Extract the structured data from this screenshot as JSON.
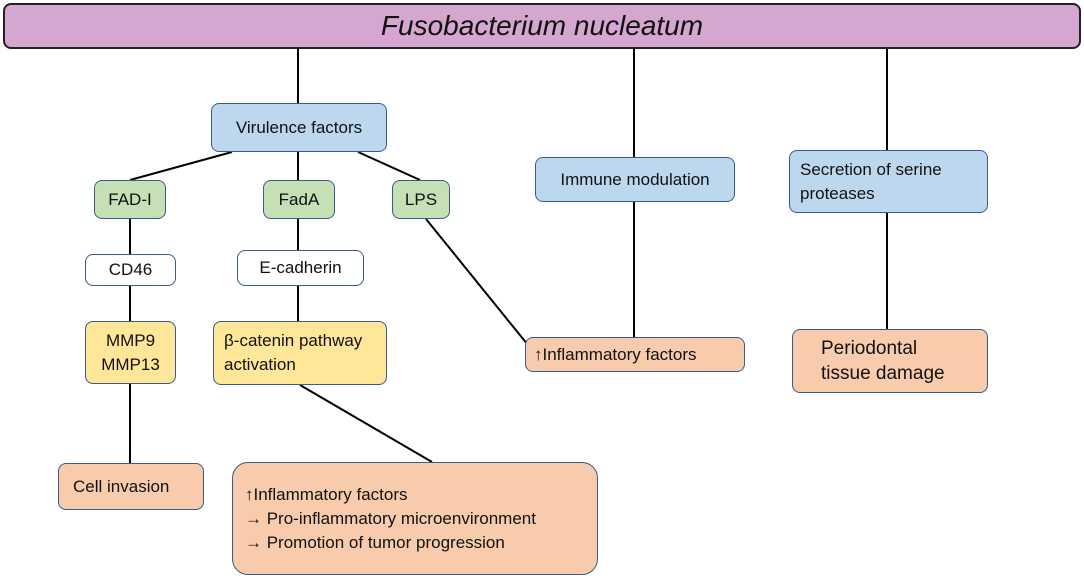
{
  "diagram": {
    "title": "Fusobacterium nucleatum",
    "nodes": {
      "virulence": [
        "Virulence factors"
      ],
      "fad1": [
        "FAD-I"
      ],
      "fada": [
        "FadA"
      ],
      "lps": [
        "LPS"
      ],
      "immune": [
        "Immune modulation"
      ],
      "serine": [
        "Secretion of serine",
        "proteases"
      ],
      "cd46": [
        "CD46"
      ],
      "ecadherin": [
        "E-cadherin"
      ],
      "mmp": [
        "MMP9",
        "MMP13"
      ],
      "catenin": [
        "β-catenin pathway",
        "activation"
      ],
      "inflam_mid": [
        "↑Inflammatory factors"
      ],
      "periodontal": [
        "Periodontal",
        "tissue damage"
      ],
      "cell_invasion": [
        "Cell invasion"
      ],
      "inflam_bottom": [
        "↑Inflammatory factors",
        "→  Pro-inflammatory microenvironment",
        "→  Promotion of tumor progression"
      ]
    },
    "colors": {
      "title_fill": "#d5a6d0",
      "factor_fill": "#bdd7ee",
      "molecule_fill": "#c5e0b4",
      "receptor_fill": "#ffffff",
      "pathway_fill": "#ffe699",
      "outcome_fill": "#f8cbad",
      "border": "#3a5a8a",
      "connector": "#000000"
    }
  }
}
